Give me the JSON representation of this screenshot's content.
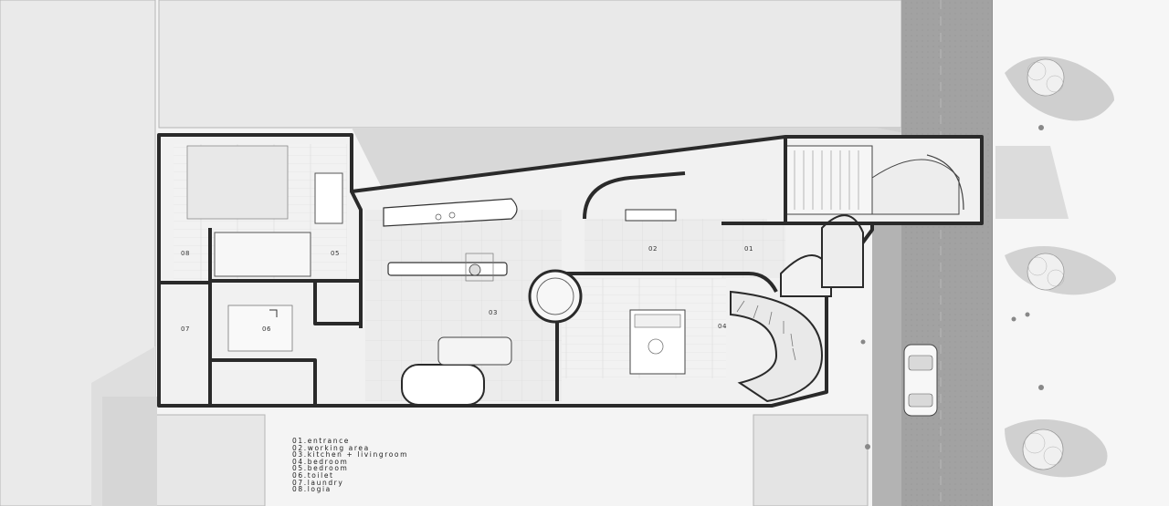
{
  "rooms": {
    "r01": "01",
    "r02": "02",
    "r03": "03",
    "r04": "04",
    "r05": "05",
    "r06": "06",
    "r07": "07",
    "r08": "08"
  },
  "legend": [
    "01.entrance",
    "02.working area",
    "03.kitchen + livingroom",
    "04.bedroom",
    "05.bedroom",
    "06.toilet",
    "07.laundry",
    "08.logia"
  ],
  "colors": {
    "wall": "#2a2a2a",
    "floor": "#efefef",
    "road": "#9c9c9c",
    "neighbor": "#e6e6e6",
    "shadow": "#d2d2d2"
  }
}
